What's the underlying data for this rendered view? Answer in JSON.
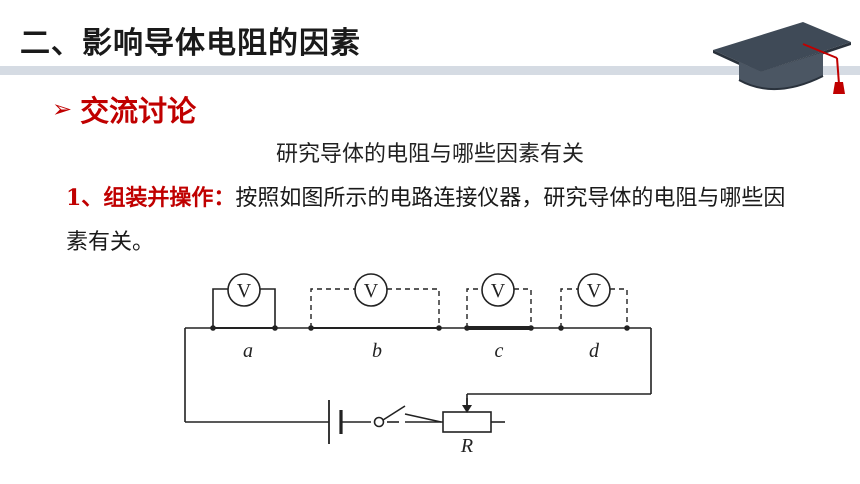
{
  "header": {
    "title": "二、影响导体电阻的因素",
    "bar_color": "#d5dbe3"
  },
  "cap_icon": "graduation-cap-icon",
  "section": {
    "arrow_glyph": "➢",
    "title": "交流讨论",
    "accent_color": "#c00000"
  },
  "subtitle": "研究导体的电阻与哪些因素有关",
  "step": {
    "label_num": "1、",
    "label_text": "组装并操作：",
    "body": "按照如图所示的电路连接仪器，研究导体的电阻与哪些因素有关。"
  },
  "circuit": {
    "voltmeter_symbol": "V",
    "conductors": [
      "a",
      "b",
      "c",
      "d"
    ],
    "rheostat_label": "R"
  }
}
